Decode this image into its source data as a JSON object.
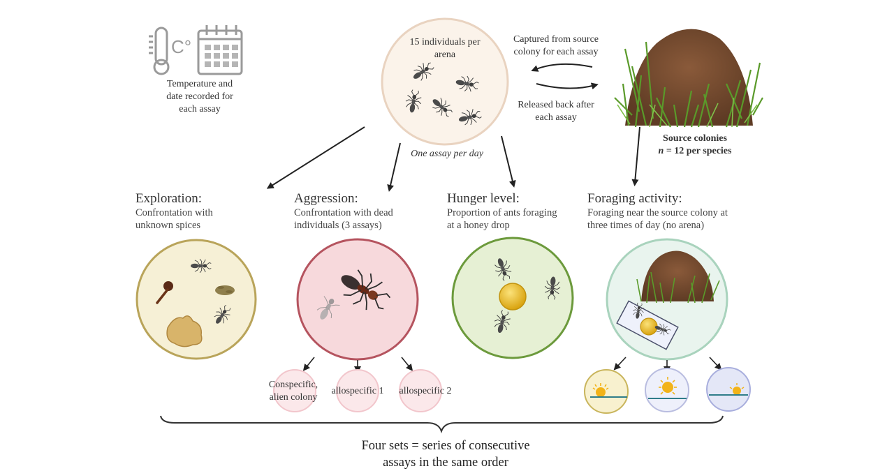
{
  "temperature": {
    "icon_celsius": "C°",
    "caption": [
      "Temperature and",
      "date recorded for",
      "each assay"
    ]
  },
  "arena": {
    "label": [
      "15 individuals per",
      "arena"
    ],
    "one_assay": "One assay per day"
  },
  "capture": {
    "captured": [
      "Captured from source",
      "colony for each assay"
    ],
    "released": [
      "Released back after",
      "each assay"
    ]
  },
  "source": {
    "title": "Source colonies",
    "n_label": "n",
    "n_rest": " = 12 per species"
  },
  "assays": {
    "exploration": {
      "title": "Exploration:",
      "sub": [
        "Confrontation with",
        "unknown spices"
      ]
    },
    "aggression": {
      "title": "Aggression:",
      "sub": [
        "Confrontation with dead",
        "individuals (3 assays)"
      ]
    },
    "hunger": {
      "title": "Hunger level:",
      "sub": [
        "Proportion of ants foraging",
        "at a honey drop"
      ]
    },
    "foraging": {
      "title": "Foraging activity:",
      "sub": [
        "Foraging near the source colony at",
        "three times of day (no arena)"
      ]
    }
  },
  "aggression_subs": {
    "conspecific": [
      "Conspecific,",
      "alien colony"
    ],
    "allo1": "allospecific 1",
    "allo2": "allospecific 2"
  },
  "bottom": [
    "Four sets = series of consecutive",
    "assays in the same order"
  ],
  "colors": {
    "exploration_fill": "#f6f0d6",
    "exploration_stroke": "#b9a45a",
    "aggression_fill": "#f7d9dc",
    "aggression_stroke": "#b5545f",
    "hunger_fill": "#e6f0d4",
    "hunger_stroke": "#6c9a3c",
    "foraging_fill": "#e9f4ee",
    "foraging_stroke": "#a9d3bd",
    "honey": "#e6b81c"
  },
  "icons": [
    "thermometer-icon",
    "calendar-icon",
    "ant-icon",
    "anthill-icon",
    "sun-icon",
    "clove-icon",
    "ginger-icon",
    "honey-drop-icon",
    "arrow-icon",
    "curly-brace-icon"
  ]
}
